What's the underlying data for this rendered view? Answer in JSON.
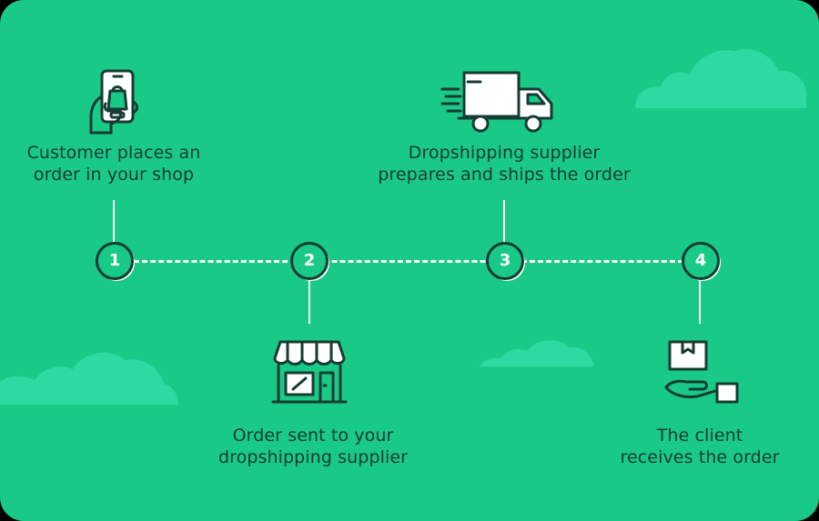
{
  "colors": {
    "background": "#19c987",
    "dark": "#163b33",
    "cloud": "#2ed9a2",
    "line": "#ffffff"
  },
  "steps": [
    {
      "number": "1",
      "icon": "smartphone-shopping-bag-icon",
      "text_lines": [
        "Customer places an",
        "order in your shop"
      ]
    },
    {
      "number": "2",
      "icon": "storefront-icon",
      "text_lines": [
        "Order sent to your",
        "dropshipping supplier"
      ]
    },
    {
      "number": "3",
      "icon": "delivery-truck-icon",
      "text_lines": [
        "Dropshipping supplier",
        "prepares and ships the order"
      ]
    },
    {
      "number": "4",
      "icon": "hand-receiving-package-icon",
      "text_lines": [
        "The client",
        "receives the order"
      ]
    }
  ]
}
